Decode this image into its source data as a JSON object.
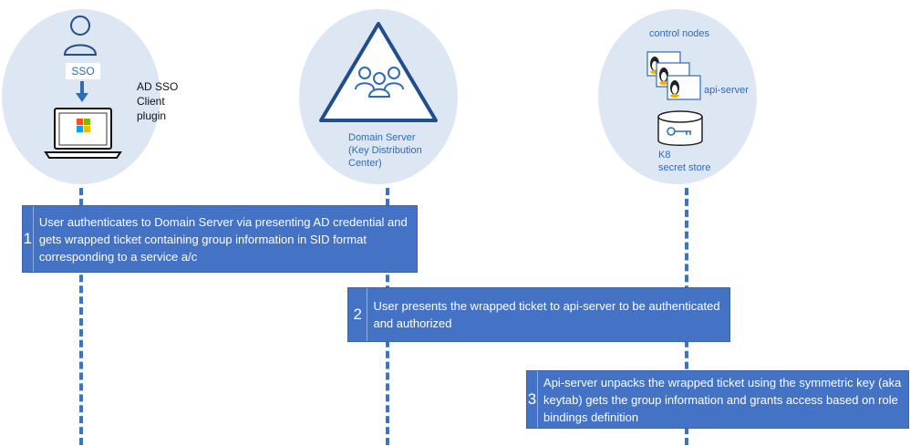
{
  "client": {
    "sso_label": "SSO",
    "plugin_label": "AD SSO\nClient\nplugin",
    "icons": [
      "user-icon",
      "arrow-down-icon",
      "laptop-icon",
      "windows-logo-icon"
    ]
  },
  "domain_server": {
    "label": "Domain Server\n(Key Distribution\nCenter)",
    "icons": [
      "triangle-icon",
      "group-icon"
    ]
  },
  "control": {
    "nodes_label": "control nodes",
    "api_label": "api-server",
    "store_label": "K8\nsecret store",
    "icons": [
      "linux-node-icon",
      "database-key-icon"
    ]
  },
  "steps": [
    {
      "number": "1",
      "text": "User authenticates to Domain Server via presenting AD credential and gets wrapped ticket containing group information in SID format corresponding to a service a/c"
    },
    {
      "number": "2",
      "text": "User presents the wrapped ticket to api-server to be authenticated and authorized"
    },
    {
      "number": "3",
      "text": "Api-server unpacks the wrapped ticket using the symmetric key (aka keytab) gets the group information and grants access based on role bindings definition"
    }
  ],
  "colors": {
    "accent": "#4472c4",
    "circle": "#dde6f3",
    "icon": "#2f6bb8"
  }
}
